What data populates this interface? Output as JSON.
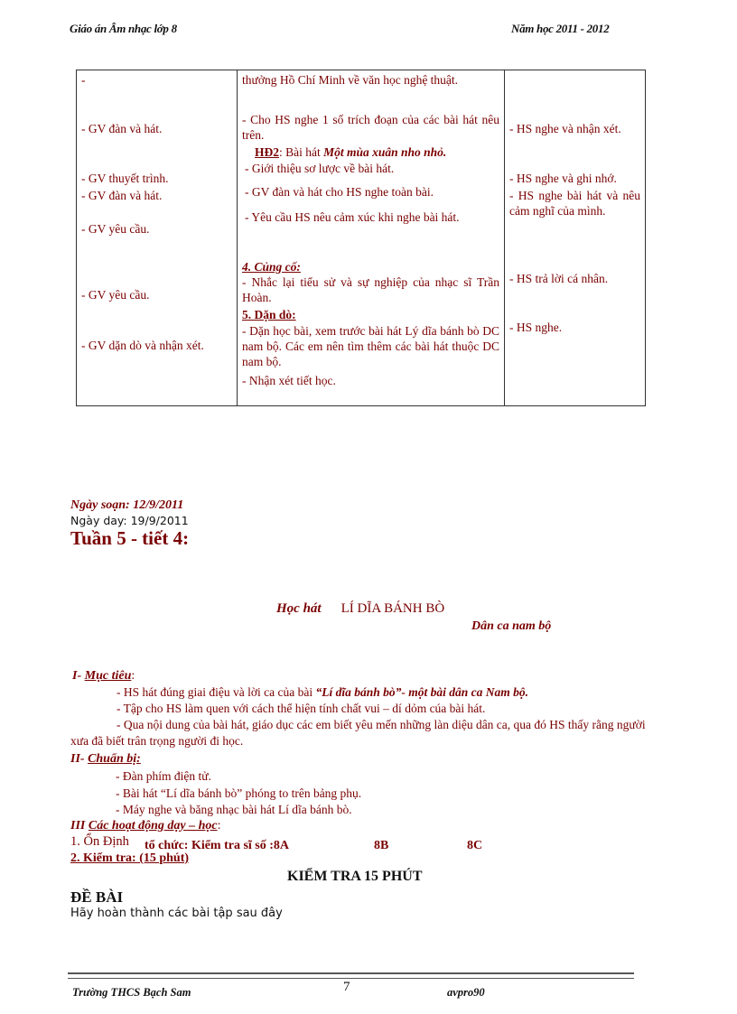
{
  "header": {
    "left": "Giáo án Âm nhạc lớp 8",
    "right": "Năm học 2011 - 2012"
  },
  "table": {
    "col1": [
      "-",
      "- GV đàn và hát.",
      "- GV thuyết  trình.",
      "- GV đàn và hát.",
      "- GV yêu cầu.",
      "- GV yêu cầu.",
      "- GV dặn dò và nhận xét."
    ],
    "col2": {
      "line1": "thưởng Hồ Chí Minh về văn học nghệ thuật.",
      "line2": "- Cho HS nghe 1 số trích đoạn của các bài hát nêu trên.",
      "hd2_label": "HĐ2",
      "hd2_mid": ": Bài hát ",
      "hd2_song": "Một mùa xuân nho nhỏ.",
      "line3": "- Giới thiệu sơ lược về bài hát.",
      "line4": "- GV đàn và hát cho HS nghe toàn bài.",
      "line5": "- Yêu cầu HS nêu cảm xúc khi nghe bài hát.",
      "cungco_title": "4. Củng cố:",
      "line6": "- Nhắc lại tiểu sử và sự nghiệp  của nhạc sĩ Trần Hoàn.",
      "dando_title": "5. Dặn dò:",
      "line7": "- Dặn học bài, xem trước bài hát Lý dĩa bánh bò DC nam bộ. Các em nên tìm thêm các bài hát thuộc DC nam bộ.",
      "line8": "- Nhận xét tiết học."
    },
    "col3": [
      "- HS nghe và nhận xét.",
      "- HS nghe và ghi nhớ.",
      "- HS nghe bài hát và nêu cảm nghĩ của mình.",
      "- HS trả lời cá nhân.",
      "- HS nghe."
    ]
  },
  "lesson": {
    "ngay_soan": "Ngày soạn: 12/9/2011",
    "ngay_day": "Ngày day: 19/9/2011",
    "tuan": "Tuần 5 - tiết 4:",
    "hoc_hat_label": "Học hát",
    "song_title": "LÍ DĨA BÁNH BÒ",
    "song_origin": "Dân ca nam bộ"
  },
  "muc_tieu": {
    "title_prefix": "I- ",
    "title": "Mục tiêu",
    "item1_a": "- HS hát đúng giai điệu và lời ca của bài ",
    "item1_b": "“Lí dĩa bánh bò”- một bài dân ca Nam bộ.",
    "item2": "- Tập cho HS làm quen với cách thể hiện tính chất vui – dí dỏm cúa bài hát.",
    "item3": "- Qua nội dung của bài hát, giáo dục các em biết yêu mến những làn diệu dân ca, qua đó HS thấy rằng người xưa đã biết trân trọng người đi học."
  },
  "chuan_bi": {
    "title_prefix": "II- ",
    "title": "Chuẩn bị:",
    "items": [
      "- Đàn phím điện tử.",
      "- Bài hát “Lí dĩa bánh bò” phóng to trên bảng phụ.",
      "- Máy nghe và băng nhạc bài hát Lí dĩa bánh bò."
    ]
  },
  "hoat_dong": {
    "title_prefix": "III ",
    "title": "Các hoạt động dạy – học",
    "on_dinh": "1. Ổn Định",
    "to_chuc": "tổ chức: Kiểm tra sĩ số :8A",
    "class_b": "8B",
    "class_c": "8C",
    "kiem_tra": "2. Kiểm tra: (15 phút)"
  },
  "test": {
    "heading": "KIỂM TRA 15 PHÚT",
    "de_bai": "ĐỀ BÀI",
    "instruction": "Hãy hoàn thành các bài tập sau đây"
  },
  "footer": {
    "school": "Trường THCS Bạch Sam",
    "page": "7",
    "author": "avpro90"
  }
}
